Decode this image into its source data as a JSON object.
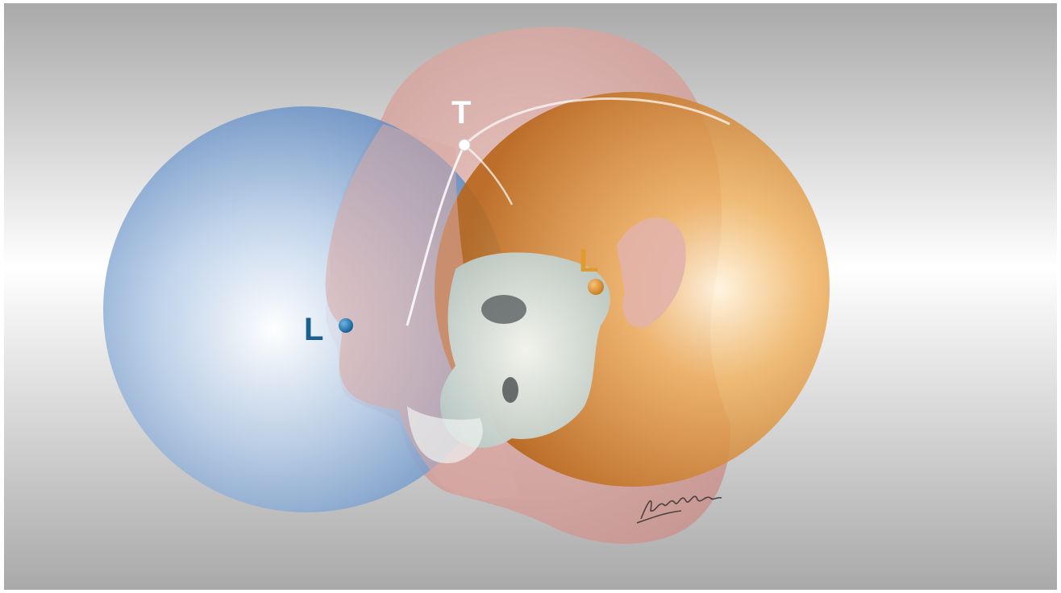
{
  "labels": {
    "top": "T",
    "left_front": "L",
    "left_back": "L"
  },
  "signature": "Ucelli",
  "colors": {
    "blue_sphere": "#7fa6d6",
    "orange_sphere": "#d88a2c",
    "blue_label": "#1b5f8f",
    "orange_label": "#e09a2e",
    "top_label": "#ffffff",
    "head": "#d9a6a2",
    "skull": "#e4ece9"
  }
}
